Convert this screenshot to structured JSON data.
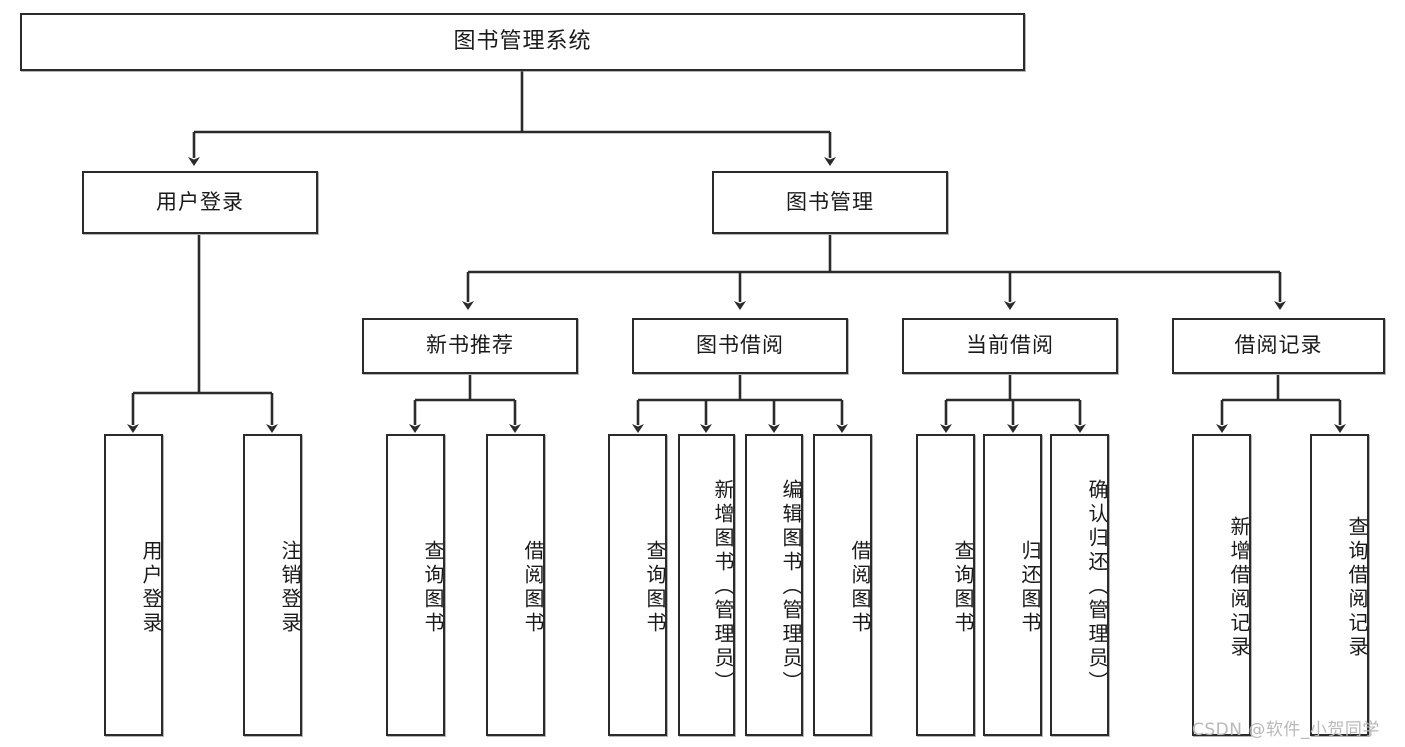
{
  "diagram": {
    "title": "图书管理系统",
    "type": "tree",
    "watermark": "CSDN @软件_小贺同学",
    "colors": {
      "border": "#2b2b2b",
      "fill": "#ffffff",
      "line": "#2b2b2b",
      "watermark": "#b9b9b9"
    },
    "levels": {
      "root": {
        "label": "图书管理系统"
      },
      "level2": [
        {
          "label": "用户登录"
        },
        {
          "label": "图书管理"
        }
      ],
      "level3": [
        {
          "label": "新书推荐"
        },
        {
          "label": "图书借阅"
        },
        {
          "label": "当前借阅"
        },
        {
          "label": "借阅记录"
        }
      ],
      "leaves": {
        "user_login": [
          {
            "label": "用户登录"
          },
          {
            "label": "注销登录"
          }
        ],
        "new_book": [
          {
            "label": "查询图书"
          },
          {
            "label": "借阅图书"
          }
        ],
        "book_borrow": [
          {
            "label": "查询图书"
          },
          {
            "label": "新增图书（管理员）"
          },
          {
            "label": "编辑图书（管理员）"
          },
          {
            "label": "借阅图书"
          }
        ],
        "current_borrow": [
          {
            "label": "查询图书"
          },
          {
            "label": "归还图书"
          },
          {
            "label": "确认归还（管理员）"
          }
        ],
        "borrow_record": [
          {
            "label": "新增借阅记录"
          },
          {
            "label": "查询借阅记录"
          }
        ]
      }
    }
  }
}
